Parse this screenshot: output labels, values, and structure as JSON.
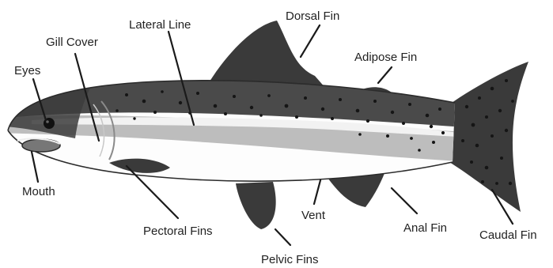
{
  "diagram": {
    "labels": {
      "lateral_line": "Lateral Line",
      "dorsal_fin": "Dorsal Fin",
      "gill_cover": "Gill Cover",
      "adipose_fin": "Adipose Fin",
      "eyes": "Eyes",
      "mouth": "Mouth",
      "pectoral_fins": "Pectoral Fins",
      "vent": "Vent",
      "anal_fin": "Anal Fin",
      "caudal_fin": "Caudal Fin",
      "pelvic_fins": "Pelvic Fins"
    },
    "colors": {
      "fin_dark": "#3a3a3a",
      "back_dark": "#4a4a4a",
      "band_grey": "#b8b8b8",
      "belly": "#fdfdfd",
      "outline": "#2b2b2b",
      "spots": "#1c1c1c"
    }
  }
}
